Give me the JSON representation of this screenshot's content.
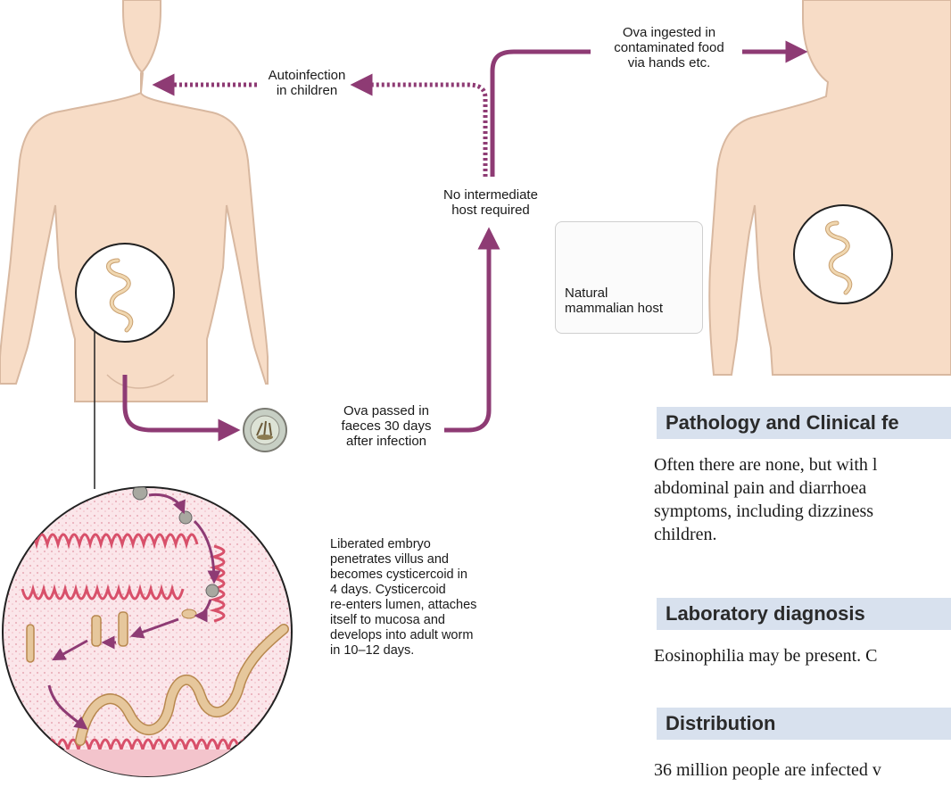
{
  "labels": {
    "autoinfection": "Autoinfection\nin children",
    "ova_ingested": "Ova ingested in\ncontaminated food\nvia hands etc.",
    "no_intermediate": "No intermediate\nhost required",
    "natural_host": "Natural\nmammalian host",
    "ova_passed": "Ova passed in\nfaeces 30 days\nafter infection",
    "liberated": "Liberated embryo\npenetrates villus and\nbecomes cysticercoid in\n4 days. Cysticercoid\nre-enters lumen, attaches\nitself to mucosa and\ndevelops into adult worm\nin 10–12 days."
  },
  "sections": {
    "pathology": {
      "heading": "Pathology and Clinical fe",
      "text": "Often there are none, but with l\nabdominal pain and diarrhoea\nsymptoms, including dizziness\nchildren."
    },
    "lab": {
      "heading": "Laboratory diagnosis",
      "text": "Eosinophilia may be present. C"
    },
    "distribution": {
      "heading": "Distribution",
      "text": "36 million people are infected v"
    }
  },
  "colors": {
    "arrow": "#8e3b74",
    "skin": "#f7dcc6",
    "skin_outline": "#d8b8a0",
    "intestine": "#d8506a",
    "header_bg": "#d8e1ee",
    "worm": "#e6c79c"
  }
}
